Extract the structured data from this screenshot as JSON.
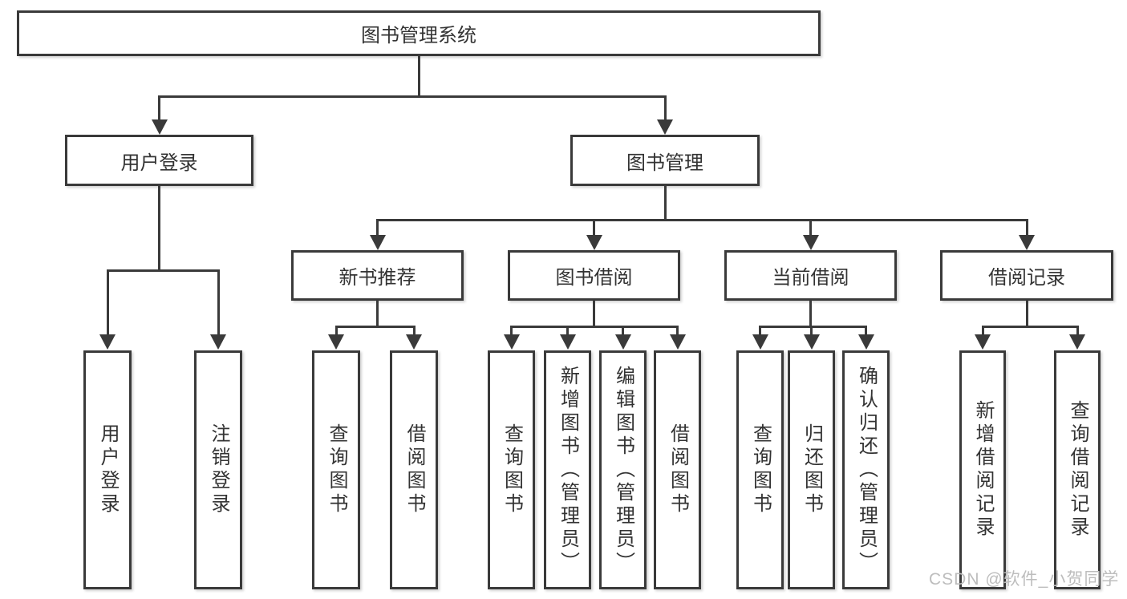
{
  "diagram": {
    "root": {
      "label": "图书管理系统"
    },
    "branches": [
      {
        "label": "用户登录",
        "children": [
          {
            "label": "用户登录"
          },
          {
            "label": "注销登录"
          }
        ]
      },
      {
        "label": "图书管理",
        "children": [
          {
            "label": "新书推荐",
            "children": [
              {
                "label": "查询图书"
              },
              {
                "label": "借阅图书"
              }
            ]
          },
          {
            "label": "图书借阅",
            "children": [
              {
                "label": "查询图书"
              },
              {
                "label": "新增图书（管理员）"
              },
              {
                "label": "编辑图书（管理员）"
              },
              {
                "label": "借阅图书"
              }
            ]
          },
          {
            "label": "当前借阅",
            "children": [
              {
                "label": "查询图书"
              },
              {
                "label": "归还图书"
              },
              {
                "label": "确认归还（管理员）"
              }
            ]
          },
          {
            "label": "借阅记录",
            "children": [
              {
                "label": "新增借阅记录"
              },
              {
                "label": "查询借阅记录"
              }
            ]
          }
        ]
      }
    ]
  },
  "watermark": {
    "text": "CSDN @软件_小贺同学"
  },
  "colors": {
    "line": "#3a3a3a",
    "text": "#333333",
    "watermark": "#bdbdbd",
    "background": "#ffffff"
  }
}
